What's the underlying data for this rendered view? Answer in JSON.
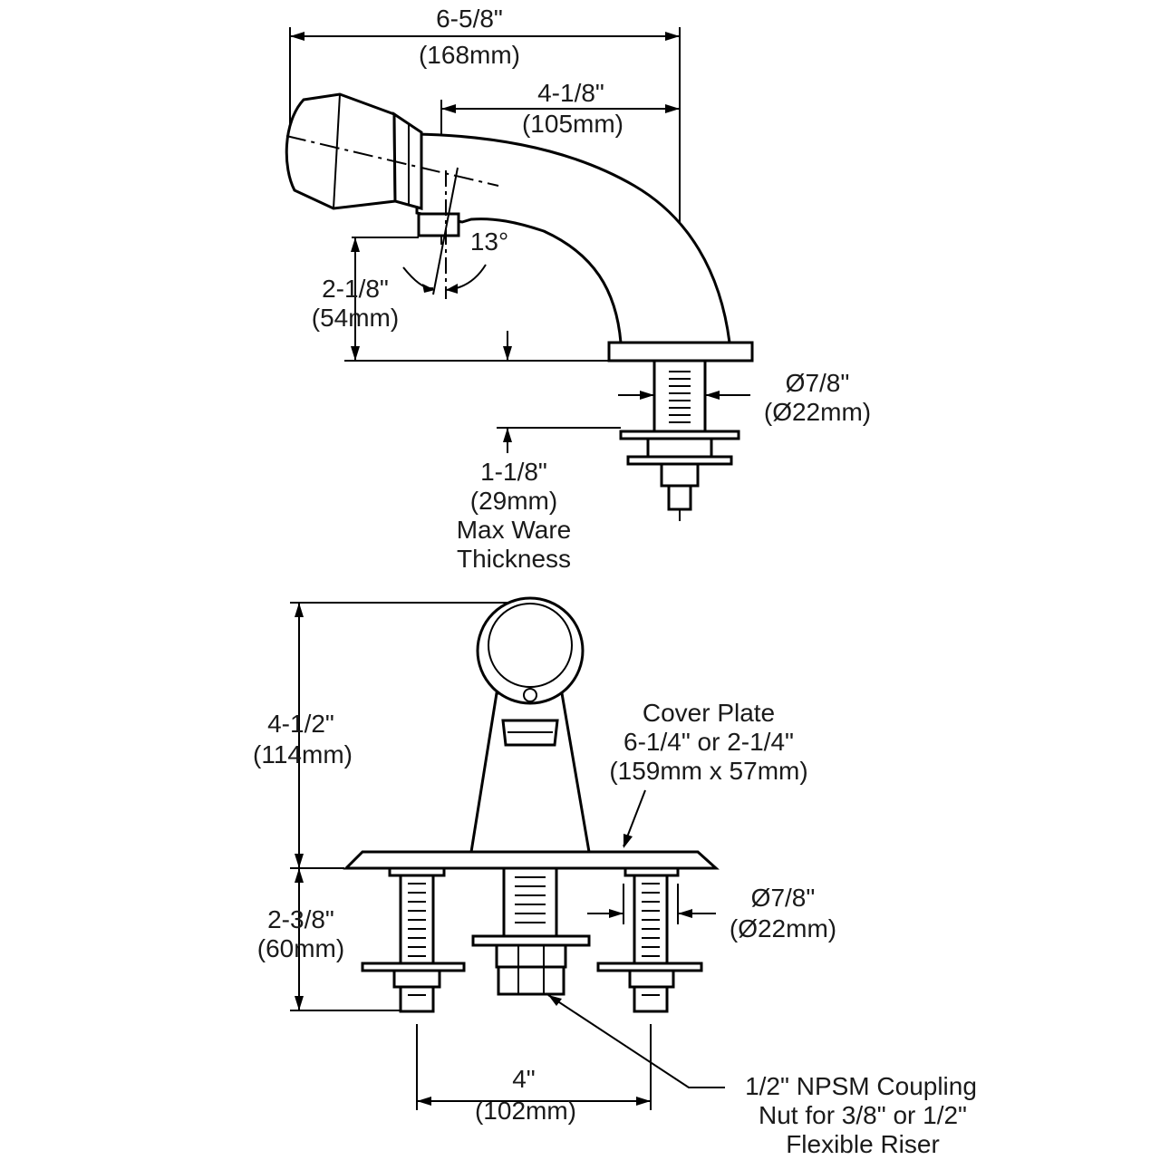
{
  "side_view": {
    "overall_width": {
      "imperial": "6-5/8\"",
      "metric": "(168mm)"
    },
    "spout_reach": {
      "imperial": "4-1/8\"",
      "metric": "(105mm)"
    },
    "spray_angle": "13°",
    "spout_height": {
      "imperial": "2-1/8\"",
      "metric": "(54mm)"
    },
    "shank_diameter": {
      "imperial": "Ø7/8\"",
      "metric": "(Ø22mm)"
    },
    "ware_thickness": {
      "imperial": "1-1/8\"",
      "metric": "(29mm)",
      "line1": "Max Ware",
      "line2": "Thickness"
    }
  },
  "front_view": {
    "overall_height": {
      "imperial": "4-1/2\"",
      "metric": "(114mm)"
    },
    "cover_plate": {
      "line1": "Cover Plate",
      "line2": "6-1/4\" or 2-1/4\"",
      "line3": "(159mm x 57mm)"
    },
    "shank_length": {
      "imperial": "2-3/8\"",
      "metric": "(60mm)"
    },
    "shank_diameter": {
      "imperial": "Ø7/8\"",
      "metric": "(Ø22mm)"
    },
    "center_spacing": {
      "imperial": "4\"",
      "metric": "(102mm)"
    },
    "coupling_note": {
      "line1": "1/2\" NPSM Coupling",
      "line2": "Nut for 3/8\" or 1/2\"",
      "line3": "Flexible Riser"
    }
  }
}
